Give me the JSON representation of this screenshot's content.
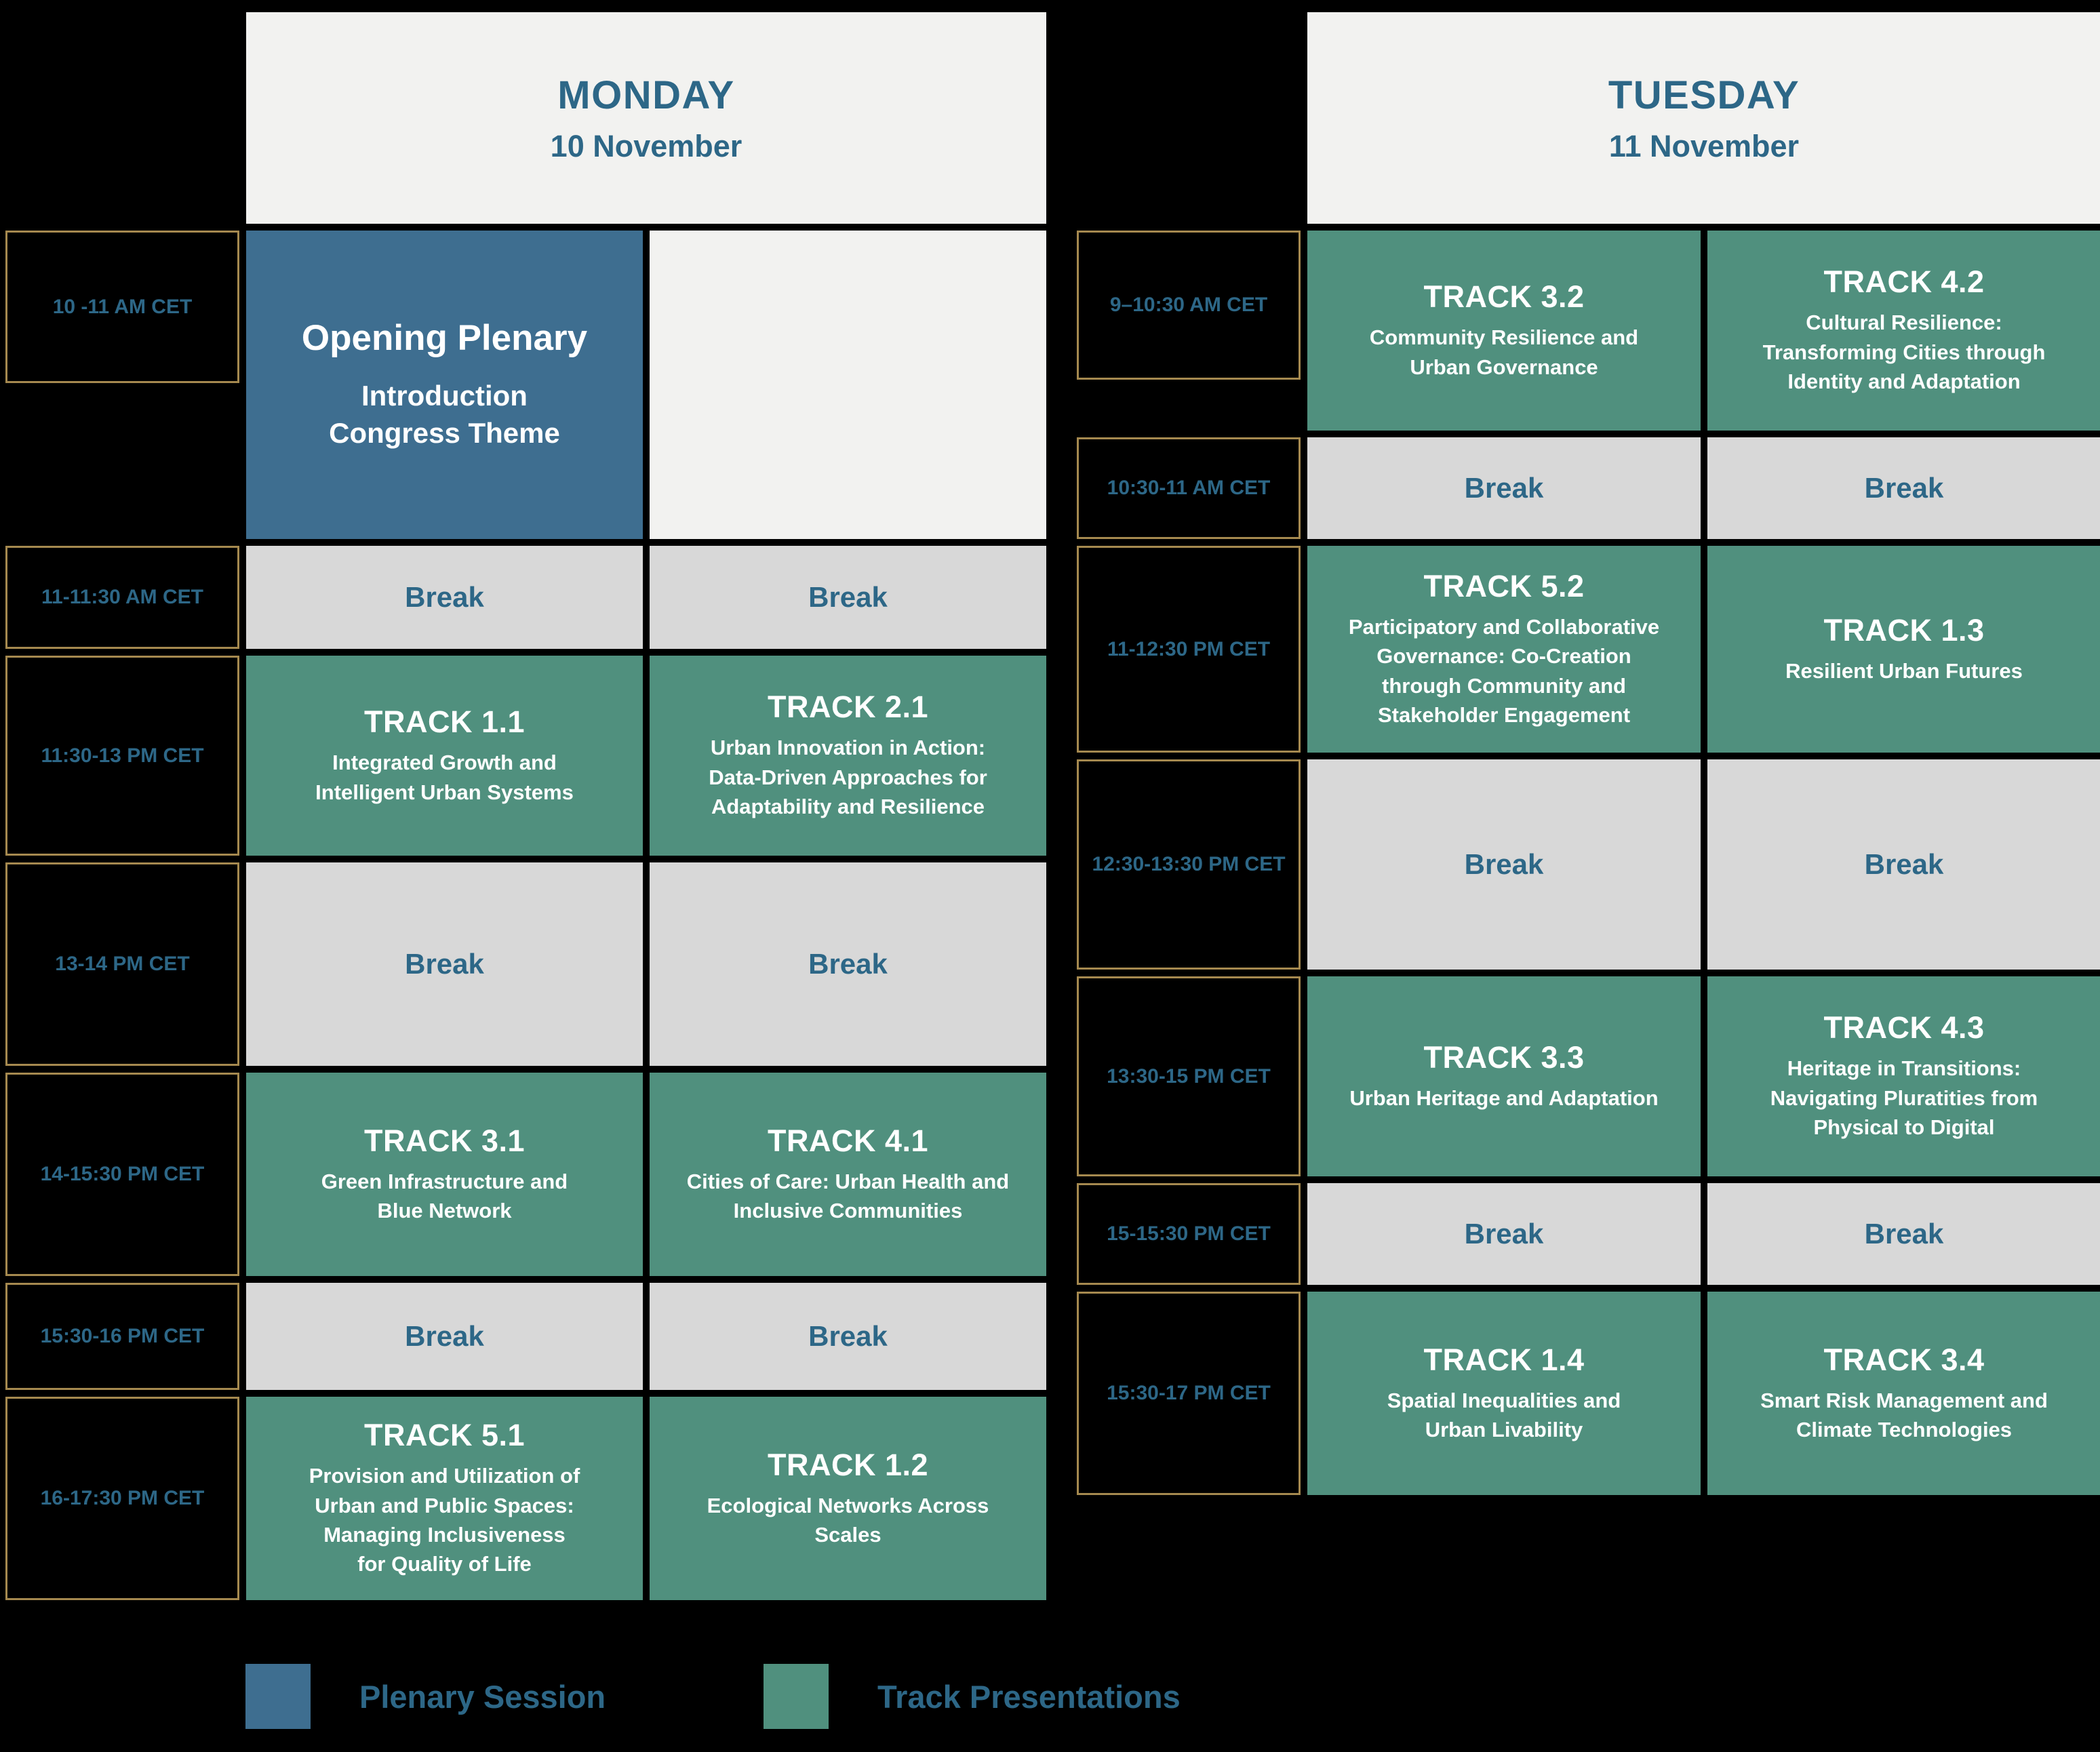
{
  "colors": {
    "background": "#000000",
    "plenary": "#3e6e90",
    "track": "#50907e",
    "break_bg": "#d8d8d8",
    "header_bg": "#f2f2f0",
    "text_blue": "#2d6787",
    "time_border": "#a5894f"
  },
  "legend": {
    "plenary_label": "Plenary Session",
    "track_label": "Track Presentations"
  },
  "days": [
    {
      "name": "MONDAY",
      "date": "10 November",
      "rows": [
        {
          "time": "10 -11 AM CET",
          "cells": [
            {
              "kind": "plenary",
              "title": "Opening Plenary",
              "subtitle": "Introduction\nCongress Theme"
            },
            {
              "kind": "empty"
            }
          ]
        },
        {
          "time": "11-11:30 AM CET",
          "cells": [
            {
              "kind": "break",
              "label": "Break"
            },
            {
              "kind": "break",
              "label": "Break"
            }
          ]
        },
        {
          "time": "11:30-13 PM CET",
          "cells": [
            {
              "kind": "track",
              "title": "TRACK 1.1",
              "subtitle": "Integrated Growth and\nIntelligent Urban Systems"
            },
            {
              "kind": "track",
              "title": "TRACK 2.1",
              "subtitle": "Urban Innovation in Action:\nData-Driven Approaches for\nAdaptability and Resilience"
            }
          ]
        },
        {
          "time": "13-14 PM CET",
          "cells": [
            {
              "kind": "break",
              "label": "Break"
            },
            {
              "kind": "break",
              "label": "Break"
            }
          ]
        },
        {
          "time": "14-15:30 PM CET",
          "cells": [
            {
              "kind": "track",
              "title": "TRACK 3.1",
              "subtitle": "Green Infrastructure and\nBlue Network"
            },
            {
              "kind": "track",
              "title": "TRACK 4.1",
              "subtitle": "Cities of Care: Urban Health and\nInclusive Communities"
            }
          ]
        },
        {
          "time": "15:30-16 PM CET",
          "cells": [
            {
              "kind": "break",
              "label": "Break"
            },
            {
              "kind": "break",
              "label": "Break"
            }
          ]
        },
        {
          "time": "16-17:30 PM CET",
          "cells": [
            {
              "kind": "track",
              "title": "TRACK 5.1",
              "subtitle": "Provision and Utilization of\nUrban and Public Spaces:\nManaging Inclusiveness\nfor Quality of Life"
            },
            {
              "kind": "track",
              "title": "TRACK 1.2",
              "subtitle": "Ecological Networks Across\nScales"
            }
          ]
        }
      ]
    },
    {
      "name": "TUESDAY",
      "date": "11 November",
      "rows": [
        {
          "time": "9–10:30 AM CET",
          "cells": [
            {
              "kind": "track",
              "title": "TRACK 3.2",
              "subtitle": "Community Resilience and\nUrban Governance"
            },
            {
              "kind": "track",
              "title": "TRACK 4.2",
              "subtitle": "Cultural Resilience:\nTransforming Cities through\nIdentity and Adaptation"
            }
          ]
        },
        {
          "time": "10:30-11 AM CET",
          "cells": [
            {
              "kind": "break",
              "label": "Break"
            },
            {
              "kind": "break",
              "label": "Break"
            }
          ]
        },
        {
          "time": "11-12:30 PM CET",
          "cells": [
            {
              "kind": "track",
              "title": "TRACK 5.2",
              "subtitle": "Participatory and Collaborative\nGovernance: Co-Creation\nthrough Community and\nStakeholder Engagement"
            },
            {
              "kind": "track",
              "title": "TRACK 1.3",
              "subtitle": "Resilient Urban Futures"
            }
          ]
        },
        {
          "time": "12:30-13:30 PM CET",
          "cells": [
            {
              "kind": "break",
              "label": "Break"
            },
            {
              "kind": "break",
              "label": "Break"
            }
          ]
        },
        {
          "time": "13:30-15 PM CET",
          "cells": [
            {
              "kind": "track",
              "title": "TRACK 3.3",
              "subtitle": "Urban Heritage and Adaptation"
            },
            {
              "kind": "track",
              "title": "TRACK 4.3",
              "subtitle": "Heritage in Transitions:\nNavigating Pluratities from\nPhysical to Digital"
            }
          ]
        },
        {
          "time": "15-15:30 PM CET",
          "cells": [
            {
              "kind": "break",
              "label": "Break"
            },
            {
              "kind": "break",
              "label": "Break"
            }
          ]
        },
        {
          "time": "15:30-17 PM CET",
          "cells": [
            {
              "kind": "track",
              "title": "TRACK 1.4",
              "subtitle": "Spatial Inequalities and\nUrban Livability"
            },
            {
              "kind": "track",
              "title": "TRACK 3.4",
              "subtitle": "Smart Risk Management and\nClimate Technologies"
            }
          ]
        }
      ]
    }
  ]
}
